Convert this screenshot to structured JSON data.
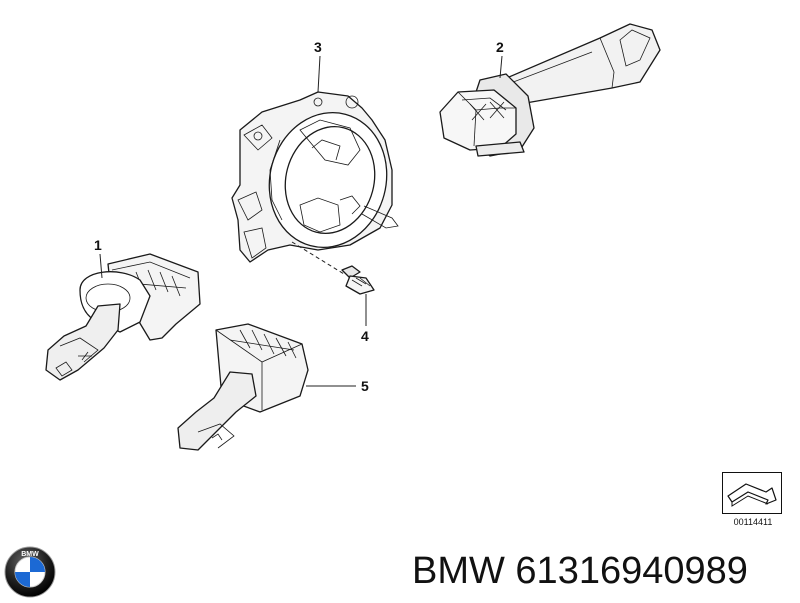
{
  "callouts": [
    {
      "id": "1",
      "label": "1"
    },
    {
      "id": "2",
      "label": "2"
    },
    {
      "id": "3",
      "label": "3"
    },
    {
      "id": "4",
      "label": "4"
    },
    {
      "id": "5",
      "label": "5"
    }
  ],
  "reference_code": "00114411",
  "logo": {
    "text": "BMW",
    "icon": "bmw-roundel-icon",
    "colors": {
      "blue": "#1c69d4",
      "black": "#111111",
      "white": "#ffffff"
    }
  },
  "part_number_label": "BMW 61316940989"
}
